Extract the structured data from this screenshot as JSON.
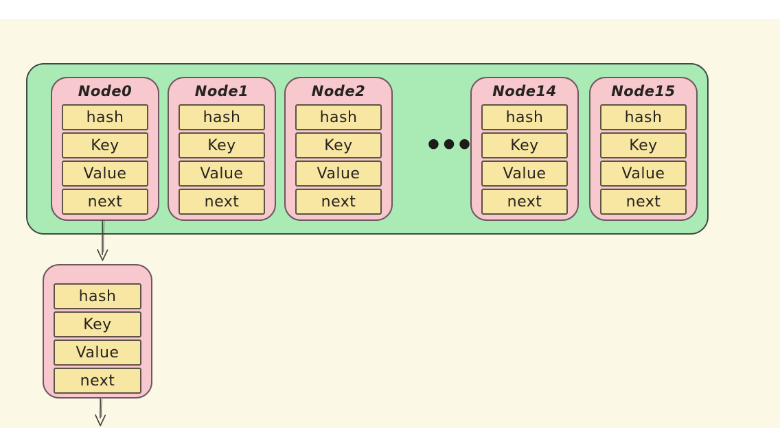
{
  "colors": {
    "background": "#fcf8e6",
    "top_strip": "#ffffff",
    "bucket_fill": "#a9eab5",
    "bucket_border": "#3e4b42",
    "node_fill": "#f7c8ce",
    "node_border": "#6e575d",
    "cell_fill": "#f8e7a2",
    "cell_border": "#5c5345",
    "text": "#26231f",
    "arrow": "#45413b"
  },
  "bucket": {
    "ellipsis": "●●●",
    "nodes": [
      {
        "title": "Node0",
        "cells": [
          "hash",
          "Key",
          "Value",
          "next"
        ]
      },
      {
        "title": "Node1",
        "cells": [
          "hash",
          "Key",
          "Value",
          "next"
        ]
      },
      {
        "title": "Node2",
        "cells": [
          "hash",
          "Key",
          "Value",
          "next"
        ]
      },
      {
        "title": "Node14",
        "cells": [
          "hash",
          "Key",
          "Value",
          "next"
        ]
      },
      {
        "title": "Node15",
        "cells": [
          "hash",
          "Key",
          "Value",
          "next"
        ]
      }
    ]
  },
  "chained_node": {
    "cells": [
      "hash",
      "Key",
      "Value",
      "next"
    ]
  }
}
